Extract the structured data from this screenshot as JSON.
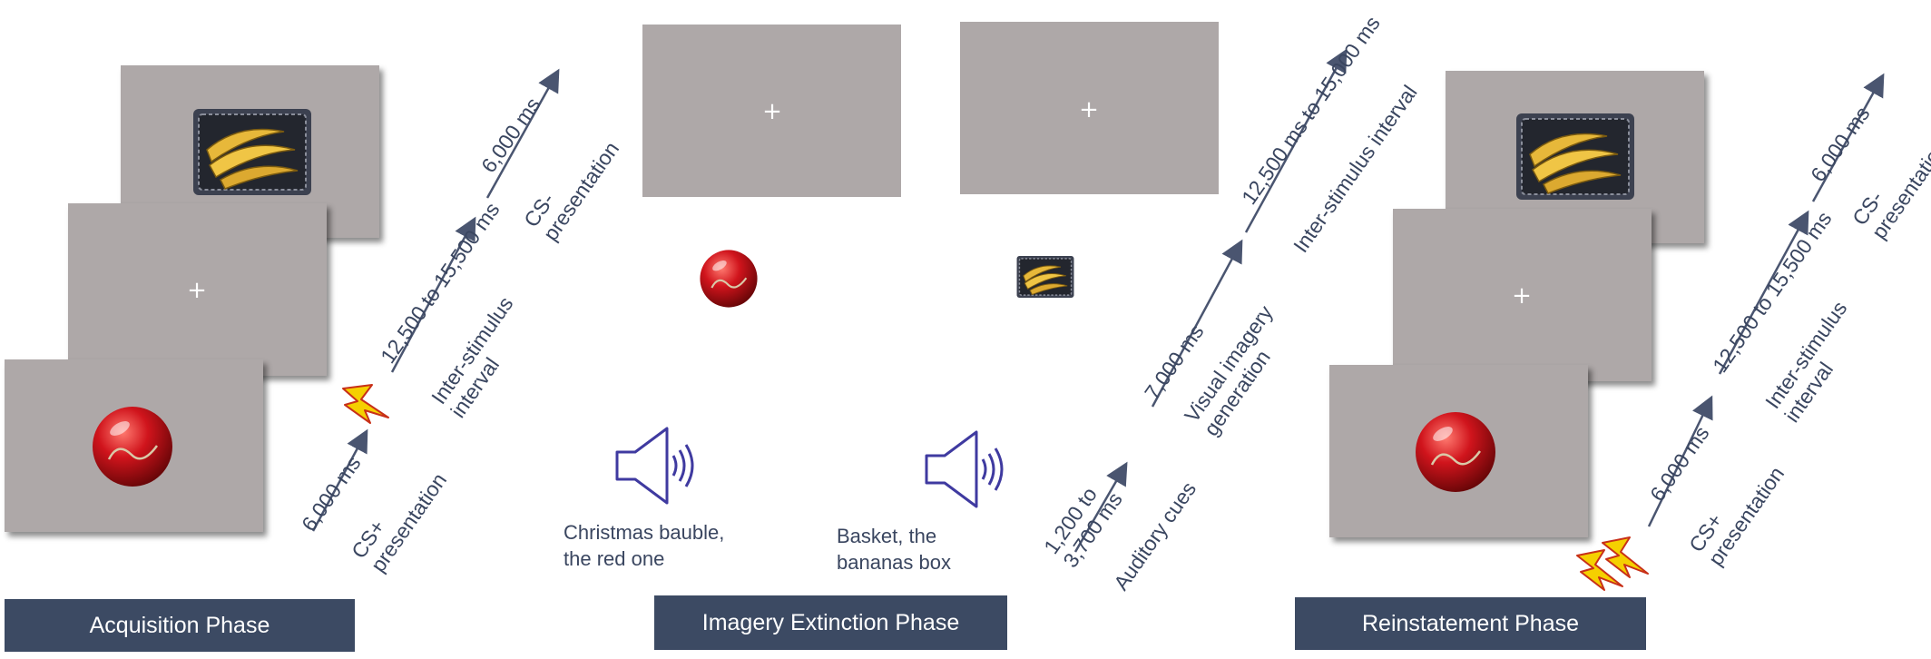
{
  "phases": {
    "acquisition": {
      "label": "Acquisition Phase",
      "timeline": [
        {
          "duration": "6,000 ms",
          "event": [
            "CS+",
            "presentation"
          ]
        },
        {
          "duration": "12,500 to 15,500 ms",
          "event": [
            "Inter-stimulus",
            "interval"
          ]
        },
        {
          "duration": "6,000 ms",
          "event": [
            "CS-",
            "presentation"
          ]
        }
      ]
    },
    "imagery_extinction": {
      "label": "Imagery Extinction Phase",
      "cues": [
        {
          "text": [
            "Christmas bauble,",
            "the red one"
          ]
        },
        {
          "text": [
            "Basket, the",
            "bananas box"
          ]
        }
      ],
      "timeline": [
        {
          "duration": [
            "1,200 to",
            "3,700 ms"
          ],
          "event": [
            "Auditory cues"
          ]
        },
        {
          "duration": [
            "7,000 ms"
          ],
          "event": [
            "Visual imagery",
            "generation"
          ]
        },
        {
          "duration": [
            "12,500 ms to 15,000 ms"
          ],
          "event": [
            "Inter-stimulus interval"
          ]
        }
      ]
    },
    "reinstatement": {
      "label": "Reinstatement Phase",
      "timeline": [
        {
          "duration": "6,000 ms",
          "event": [
            "CS+",
            "presentation"
          ]
        },
        {
          "duration": "12,500 to 15,500 ms",
          "event": [
            "Inter-stimulus",
            "interval"
          ]
        },
        {
          "duration": "6,000 ms",
          "event": [
            "CS-",
            "presentation"
          ]
        }
      ]
    }
  },
  "fixation_symbol": "+",
  "colors": {
    "screen": "#aea8a8",
    "label_bg": "#3c4a63",
    "arrow": "#4a5570",
    "speaker": "#3f3aa0",
    "bauble": "#c8141a",
    "shock": "#f5d000"
  },
  "icons": [
    "speaker-icon",
    "lightning-bolt-icon",
    "christmas-bauble-image",
    "banana-basket-image"
  ]
}
